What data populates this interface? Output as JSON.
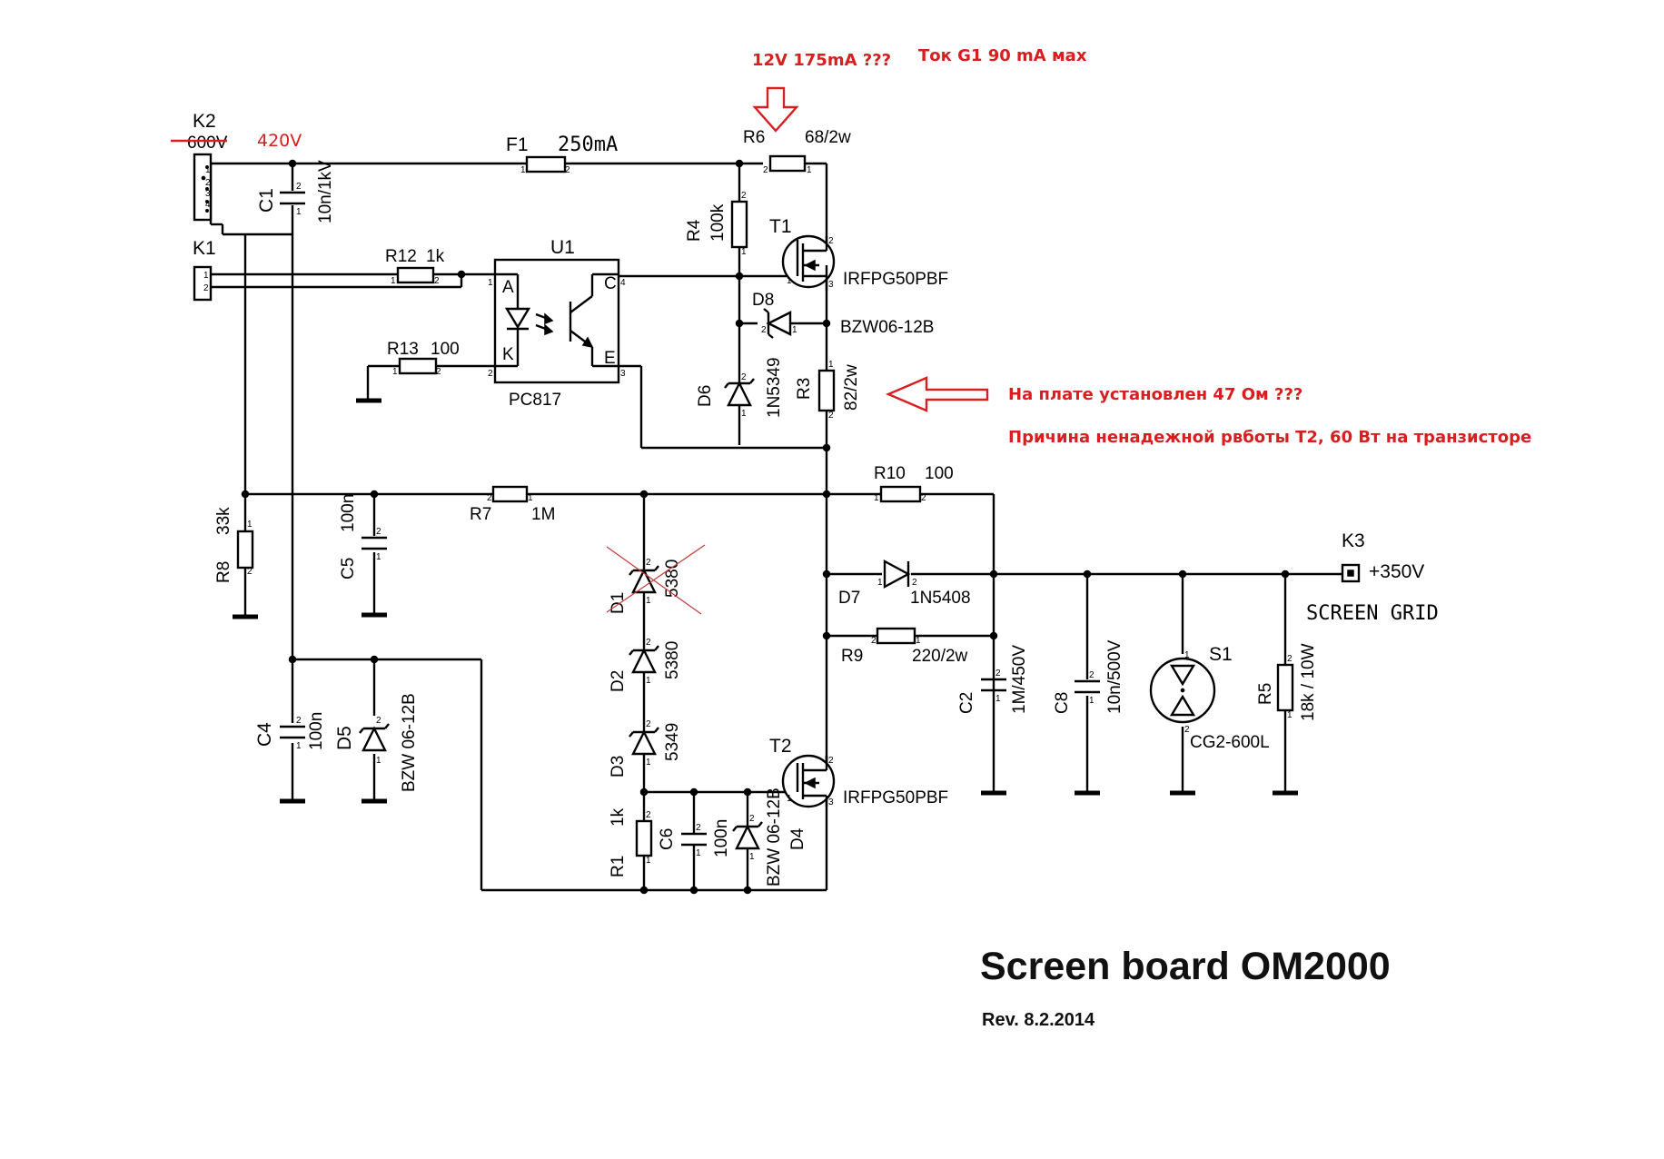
{
  "title": "Screen board OM2000",
  "revision": "Rev. 8.2.2014",
  "annotations": {
    "top_supply": "12V  175mA ???",
    "g1_current": "Ток G1 90 mA мах",
    "r3_installed": "На плате установлен 47 Ом ???",
    "t2_reason": "Причина ненадежной рвботы Т2,  60 Вт на транзисторе",
    "k2_old_voltage": "600V",
    "k2_new_voltage": "420V"
  },
  "connectors": {
    "k2": "K2",
    "k1": "K1",
    "k3": "K3",
    "k3_voltage": "+350V",
    "k3_label": "SCREEN GRID"
  },
  "components": {
    "f1": {
      "ref": "F1",
      "value": "250mA"
    },
    "r6": {
      "ref": "R6",
      "value": "68/2w"
    },
    "r4": {
      "ref": "R4",
      "value": "100k"
    },
    "t1": {
      "ref": "T1",
      "value": "IRFPG50PBF"
    },
    "c1": {
      "ref": "C1",
      "value": "10n/1kV"
    },
    "r12": {
      "ref": "R12",
      "value": "1k"
    },
    "u1": {
      "ref": "U1",
      "value": "PC817",
      "pin_a": "A",
      "pin_k": "K",
      "pin_c": "C",
      "pin_e": "E"
    },
    "r13": {
      "ref": "R13",
      "value": "100"
    },
    "d8": {
      "ref": "D8",
      "value": "BZW06-12B"
    },
    "d6": {
      "ref": "D6",
      "value": "1N5349"
    },
    "r3": {
      "ref": "R3",
      "value": "82/2w"
    },
    "r10": {
      "ref": "R10",
      "value": "100"
    },
    "r7": {
      "ref": "R7",
      "value": "1M"
    },
    "r8": {
      "ref": "R8",
      "value": "33k"
    },
    "c5": {
      "ref": "C5",
      "value": "100n"
    },
    "d1": {
      "ref": "D1",
      "value": "5380"
    },
    "d7": {
      "ref": "D7",
      "value": "1N5408"
    },
    "r9": {
      "ref": "R9",
      "value": "220/2w"
    },
    "d2": {
      "ref": "D2",
      "value": "5380"
    },
    "d3": {
      "ref": "D3",
      "value": "5349"
    },
    "c4": {
      "ref": "C4",
      "value": "100n"
    },
    "d5": {
      "ref": "D5",
      "value": "BZW 06-12B"
    },
    "t2": {
      "ref": "T2",
      "value": "IRFPG50PBF"
    },
    "r1": {
      "ref": "R1",
      "value": "1k"
    },
    "c6": {
      "ref": "C6",
      "value": "100n"
    },
    "d4": {
      "ref": "D4",
      "value": "BZW 06-12B"
    },
    "c2": {
      "ref": "C2",
      "value": "1M/450V"
    },
    "c8": {
      "ref": "C8",
      "value": "10n/500V"
    },
    "s1": {
      "ref": "S1",
      "value": "CG2-600L"
    },
    "r5": {
      "ref": "R5",
      "value": "18k / 10W"
    }
  },
  "pins": {
    "one": "1",
    "two": "2",
    "three": "3",
    "four": "4"
  }
}
